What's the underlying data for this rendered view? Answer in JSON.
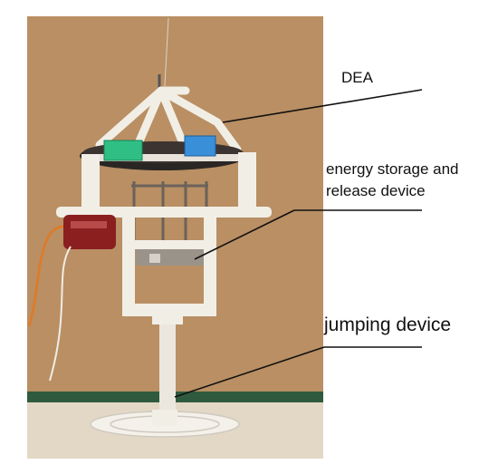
{
  "annotations": {
    "dea": "DEA",
    "energy_storage_line1": "energy storage and",
    "energy_storage_line2": "release device",
    "jumping_device": "jumping device"
  },
  "colors": {
    "backdrop": "#b98f63",
    "floor": "#e6dccd",
    "baseboard": "#2f5a3e",
    "frame": "#f1eee6",
    "green_block": "#2fbf84",
    "blue_block": "#3a8fd9",
    "motor_red": "#8b1f1f",
    "servo_wire": "#e07a24"
  }
}
